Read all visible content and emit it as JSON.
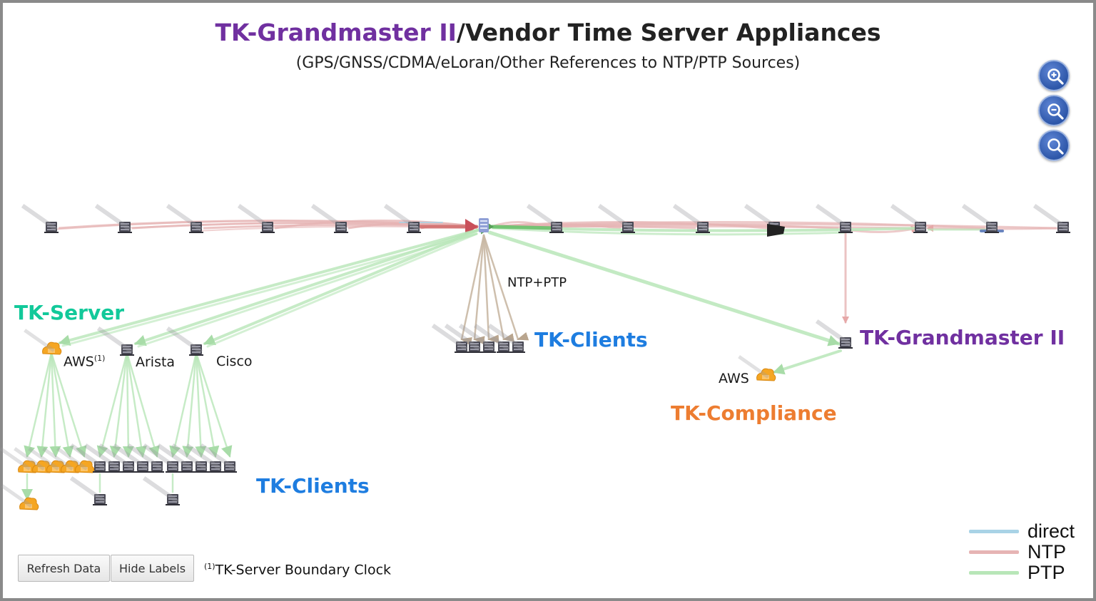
{
  "title": {
    "accent": "TK-Grandmaster II",
    "rest": "/Vendor Time Server Appliances"
  },
  "subtitle": "(GPS/GNSS/CDMA/eLoran/Other References to NTP/PTP Sources)",
  "zoom_controls": [
    {
      "name": "zoom-in-icon"
    },
    {
      "name": "zoom-out-icon"
    },
    {
      "name": "zoom-fit-icon"
    }
  ],
  "labels": {
    "ntp_ptp": "NTP+PTP",
    "tk_server": "TK-Server",
    "aws_server": "AWS",
    "aws_sup": "(1)",
    "arista": "Arista",
    "cisco": "Cisco",
    "tk_clients_center": "TK-Clients",
    "tk_clients_bottom": "TK-Clients",
    "tk_grandmaster": "TK-Grandmaster II",
    "aws_compliance": "AWS",
    "tk_compliance": "TK-Compliance"
  },
  "colors": {
    "purple": "#7030a0",
    "teal": "#12c99a",
    "blue": "#1e7de0",
    "orange": "#ed7d31",
    "ntp": "#e6b4b4",
    "ntp_strong": "#d06a6a",
    "ptp": "#b8e6b8",
    "ptp_strong": "#6cc06c",
    "direct": "#a9d3e6",
    "ntp_ptp_edge": "#c9b8a4",
    "aws_node": "#f5a623"
  },
  "legend": [
    {
      "label": "direct",
      "color": "#a9d3e6"
    },
    {
      "label": "NTP",
      "color": "#e6b4b4"
    },
    {
      "label": "PTP",
      "color": "#b8e6b8"
    }
  ],
  "buttons": {
    "refresh": "Refresh Data",
    "hide_labels": "Hide Labels"
  },
  "footnote": {
    "sup": "(1)",
    "text": "TK-Server Boundary Clock"
  }
}
